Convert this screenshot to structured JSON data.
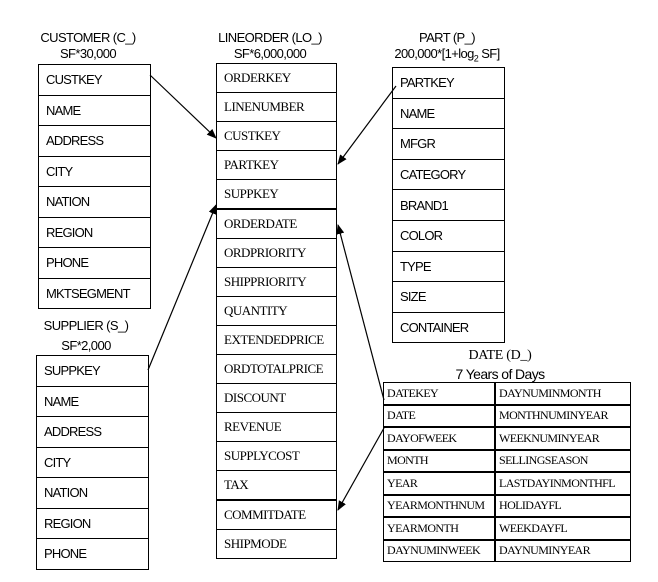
{
  "customer": {
    "title": "CUSTOMER (C_)",
    "size": "SF*30,000",
    "fields": [
      "CUSTKEY",
      "NAME",
      "ADDRESS",
      "CITY",
      "NATION",
      "REGION",
      "PHONE",
      "MKTSEGMENT"
    ]
  },
  "supplier": {
    "title": "SUPPLIER (S_)",
    "size": "SF*2,000",
    "fields": [
      "SUPPKEY",
      "NAME",
      "ADDRESS",
      "CITY",
      "NATION",
      "REGION",
      "PHONE"
    ]
  },
  "lineorder": {
    "title": "LINEORDER (LO_)",
    "size": "SF*6,000,000",
    "fields": [
      "ORDERKEY",
      "LINENUMBER",
      "CUSTKEY",
      "PARTKEY",
      "SUPPKEY",
      "ORDERDATE",
      "ORDPRIORITY",
      "SHIPPRIORITY",
      "QUANTITY",
      "EXTENDEDPRICE",
      "ORDTOTALPRICE",
      "DISCOUNT",
      "REVENUE",
      "SUPPLYCOST",
      "TAX",
      "COMMITDATE",
      "SHIPMODE"
    ]
  },
  "part": {
    "title": "PART (P_)",
    "size_prefix": "200,000*[1+log",
    "size_sub": "2",
    "size_suffix": " SF]",
    "fields": [
      "PARTKEY",
      "NAME",
      "MFGR",
      "CATEGORY",
      "BRAND1",
      "COLOR",
      "TYPE",
      "SIZE",
      "CONTAINER"
    ]
  },
  "date": {
    "title": "DATE (D_)",
    "size": "7 Years of Days",
    "left_fields": [
      "DATEKEY",
      "DATE",
      "DAYOFWEEK",
      "MONTH",
      "YEAR",
      "YEARMONTHNUM",
      "YEARMONTH",
      "DAYNUMINWEEK"
    ],
    "right_fields": [
      "DAYNUMINMONTH",
      "MONTHNUMINYEAR",
      "WEEKNUMINYEAR",
      "SELLINGSEASON",
      "LASTDAYINMONTHFL",
      "HOLIDAYFL",
      "WEEKDAYFL",
      "DAYNUMINYEAR"
    ]
  }
}
